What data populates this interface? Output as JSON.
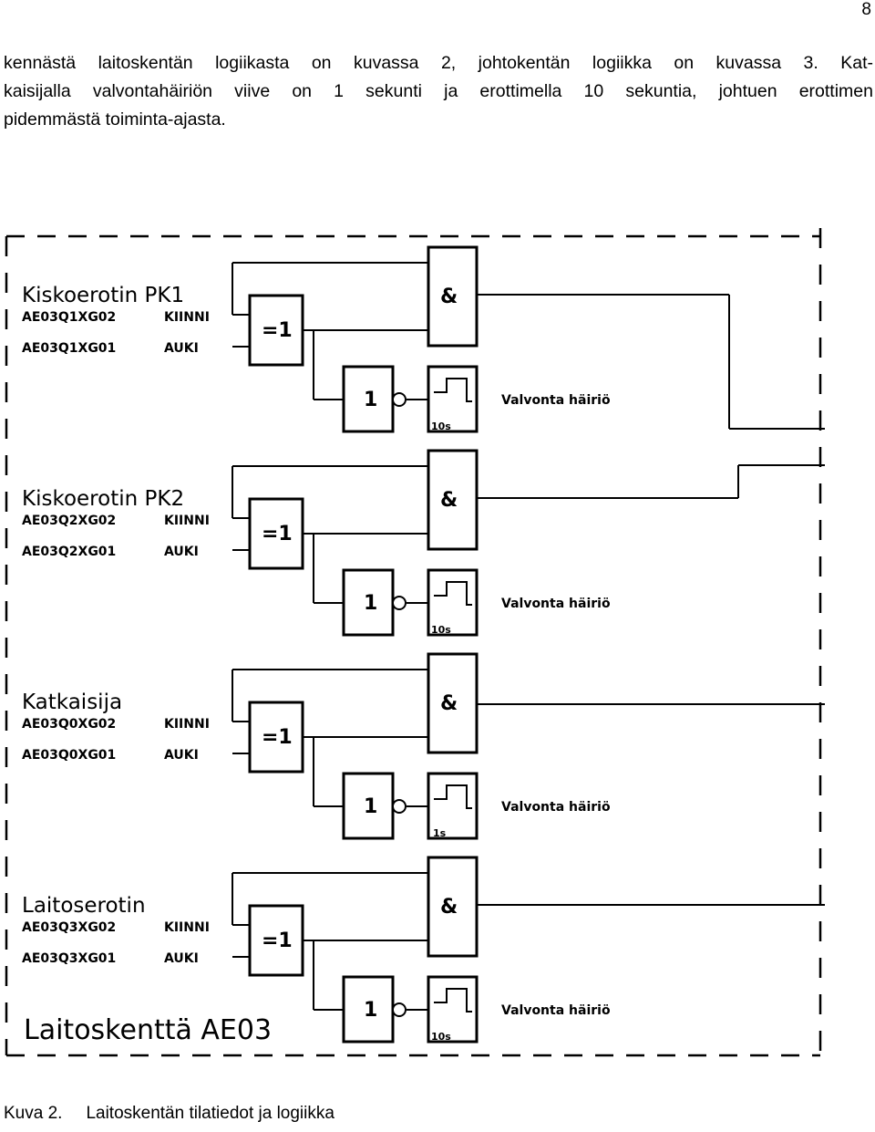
{
  "page_number": "8",
  "paragraph_lines": [
    "kennästä laitoskentän logiikasta on kuvassa 2, johtokentän logiikka on kuvassa 3. Kat-",
    "kaisijalla valvontahäiriön viive on 1 sekunti ja erottimella 10 sekuntia, johtuen erottimen",
    "pidemmästä toiminta-ajasta."
  ],
  "diagram": {
    "field_label": "Laitoskenttä AE03",
    "blocks": [
      {
        "title": "Kiskoerotin PK1",
        "sig1_id": "AE03Q1XG02",
        "sig1_state": "KIINNI",
        "sig2_id": "AE03Q1XG01",
        "sig2_state": "AUKI",
        "xor_label": "=1",
        "and_label": "&",
        "not_label": "1",
        "timer_label": "10s",
        "output_label": "Valvonta häiriö"
      },
      {
        "title": "Kiskoerotin PK2",
        "sig1_id": "AE03Q2XG02",
        "sig1_state": "KIINNI",
        "sig2_id": "AE03Q2XG01",
        "sig2_state": "AUKI",
        "xor_label": "=1",
        "and_label": "&",
        "not_label": "1",
        "timer_label": "10s",
        "output_label": "Valvonta häiriö"
      },
      {
        "title": "Katkaisija",
        "sig1_id": "AE03Q0XG02",
        "sig1_state": "KIINNI",
        "sig2_id": "AE03Q0XG01",
        "sig2_state": "AUKI",
        "xor_label": "=1",
        "and_label": "&",
        "not_label": "1",
        "timer_label": "1s",
        "output_label": "Valvonta häiriö"
      },
      {
        "title": "Laitoserotin",
        "sig1_id": "AE03Q3XG02",
        "sig1_state": "KIINNI",
        "sig2_id": "AE03Q3XG01",
        "sig2_state": "AUKI",
        "xor_label": "=1",
        "and_label": "&",
        "not_label": "1",
        "timer_label": "10s",
        "output_label": "Valvonta häiriö"
      }
    ]
  },
  "caption": {
    "label": "Kuva 2.",
    "text": "Laitoskentän tilatiedot ja logiikka"
  }
}
